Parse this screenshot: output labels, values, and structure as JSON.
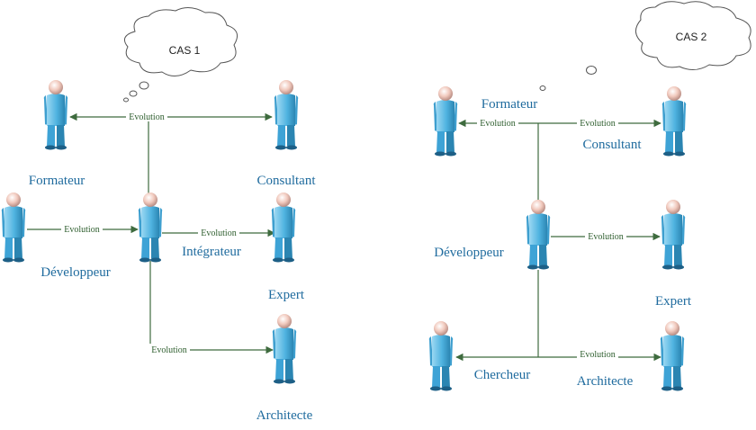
{
  "case1": {
    "title": "CAS 1",
    "roles": {
      "formateur": "Formateur",
      "consultant": "Consultant",
      "developpeur": "Développeur",
      "integrateur": "Intégrateur",
      "expert": "Expert",
      "architecte": "Architecte"
    },
    "edge_label": "Evolution"
  },
  "case2": {
    "title": "CAS 2",
    "roles": {
      "formateur": "Formateur",
      "consultant": "Consultant",
      "developpeur": "Développeur",
      "expert": "Expert",
      "chercheur": "Chercheur",
      "architecte": "Architecte"
    },
    "edge_label": "Evolution"
  },
  "colors": {
    "person_body": "#4FB3E0",
    "person_head": "#F1C9BD",
    "connector": "#3E6B3E",
    "label_text": "#1F6B9E"
  }
}
